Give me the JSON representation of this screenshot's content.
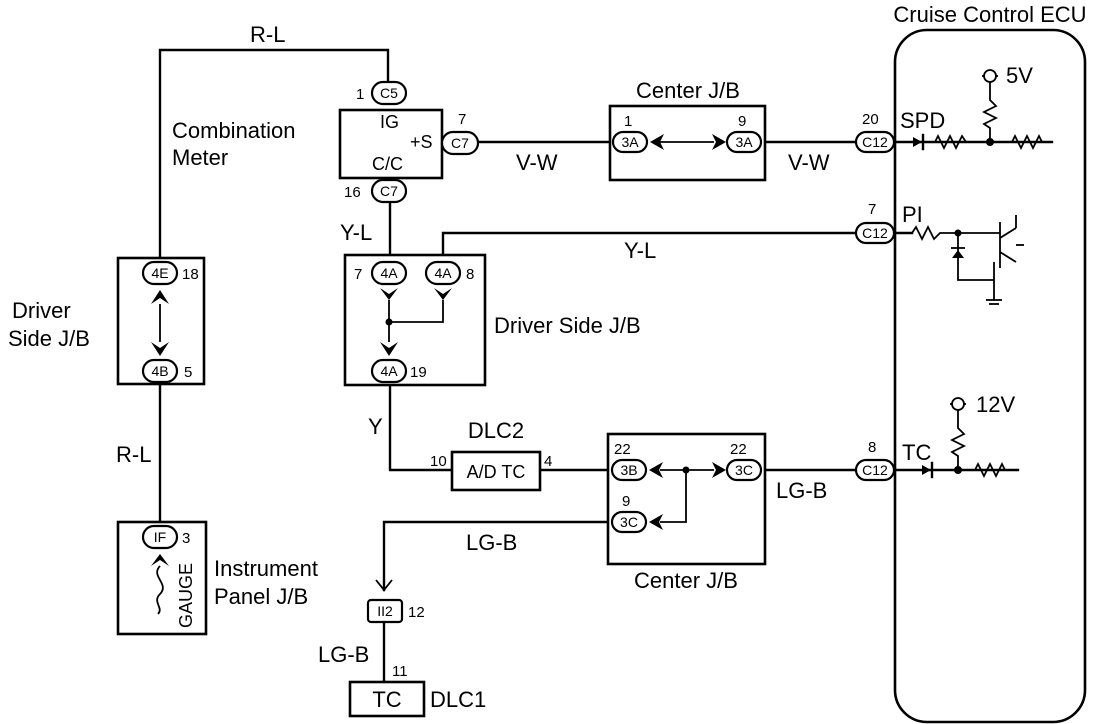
{
  "components": {
    "ecu": "Cruise Control ECU",
    "combination_meter": [
      "Combination",
      "Meter"
    ],
    "center_jb_top": "Center J/B",
    "center_jb_bottom": "Center J/B",
    "driver_side_jb_left": [
      "Driver",
      "Side J/B"
    ],
    "driver_side_jb_mid": "Driver Side J/B",
    "dlc2": "DLC2",
    "dlc1": "DLC1",
    "instrument_panel_jb": [
      "Instrument",
      "Panel J/B"
    ],
    "gauge": "GAUGE"
  },
  "meter_terminals": {
    "ig": "IG",
    "s": "+S",
    "cc": "C/C"
  },
  "dlc2_terminal": "A/D TC",
  "dlc1_terminal": "TC",
  "ecu_terminals": {
    "spd": "SPD",
    "pi": "PI",
    "tc": "TC"
  },
  "supplies": {
    "v5": "5V",
    "v12": "12V"
  },
  "connectors": {
    "c5": "C5",
    "c7a": "C7",
    "c7b": "C7",
    "c12a": "C12",
    "c12b": "C12",
    "c12c": "C12",
    "ja3a": "3A",
    "jb3a": "3A",
    "j4a1": "4A",
    "j4a2": "4A",
    "j4a3": "4A",
    "j4e": "4E",
    "j4b": "4B",
    "j3b": "3B",
    "j3c1": "3C",
    "j3c2": "3C",
    "jif": "IF",
    "ii2": "II2"
  },
  "pins": {
    "c5": "1",
    "c7_s": "7",
    "c7_cc": "16",
    "ctr_in": "1",
    "ctr_out": "9",
    "ecu_spd": "20",
    "ecu_pi": "7",
    "ecu_tc": "8",
    "j4a_7": "7",
    "j4a_8": "8",
    "j4a_19": "19",
    "j4e": "18",
    "j4b": "5",
    "dlc2_in": "10",
    "dlc2_out": "4",
    "j3b": "22",
    "j3c_a": "22",
    "j3c_b": "9",
    "jif": "3",
    "ii2": "12",
    "dlc1": "11"
  },
  "wires": {
    "rl_top": "R-L",
    "rl_left": "R-L",
    "vw1": "V-W",
    "vw2": "V-W",
    "yl_short": "Y-L",
    "yl_long": "Y-L",
    "y": "Y",
    "lgb_right": "LG-B",
    "lgb_left": "LG-B",
    "lgb_bottom": "LG-B"
  }
}
